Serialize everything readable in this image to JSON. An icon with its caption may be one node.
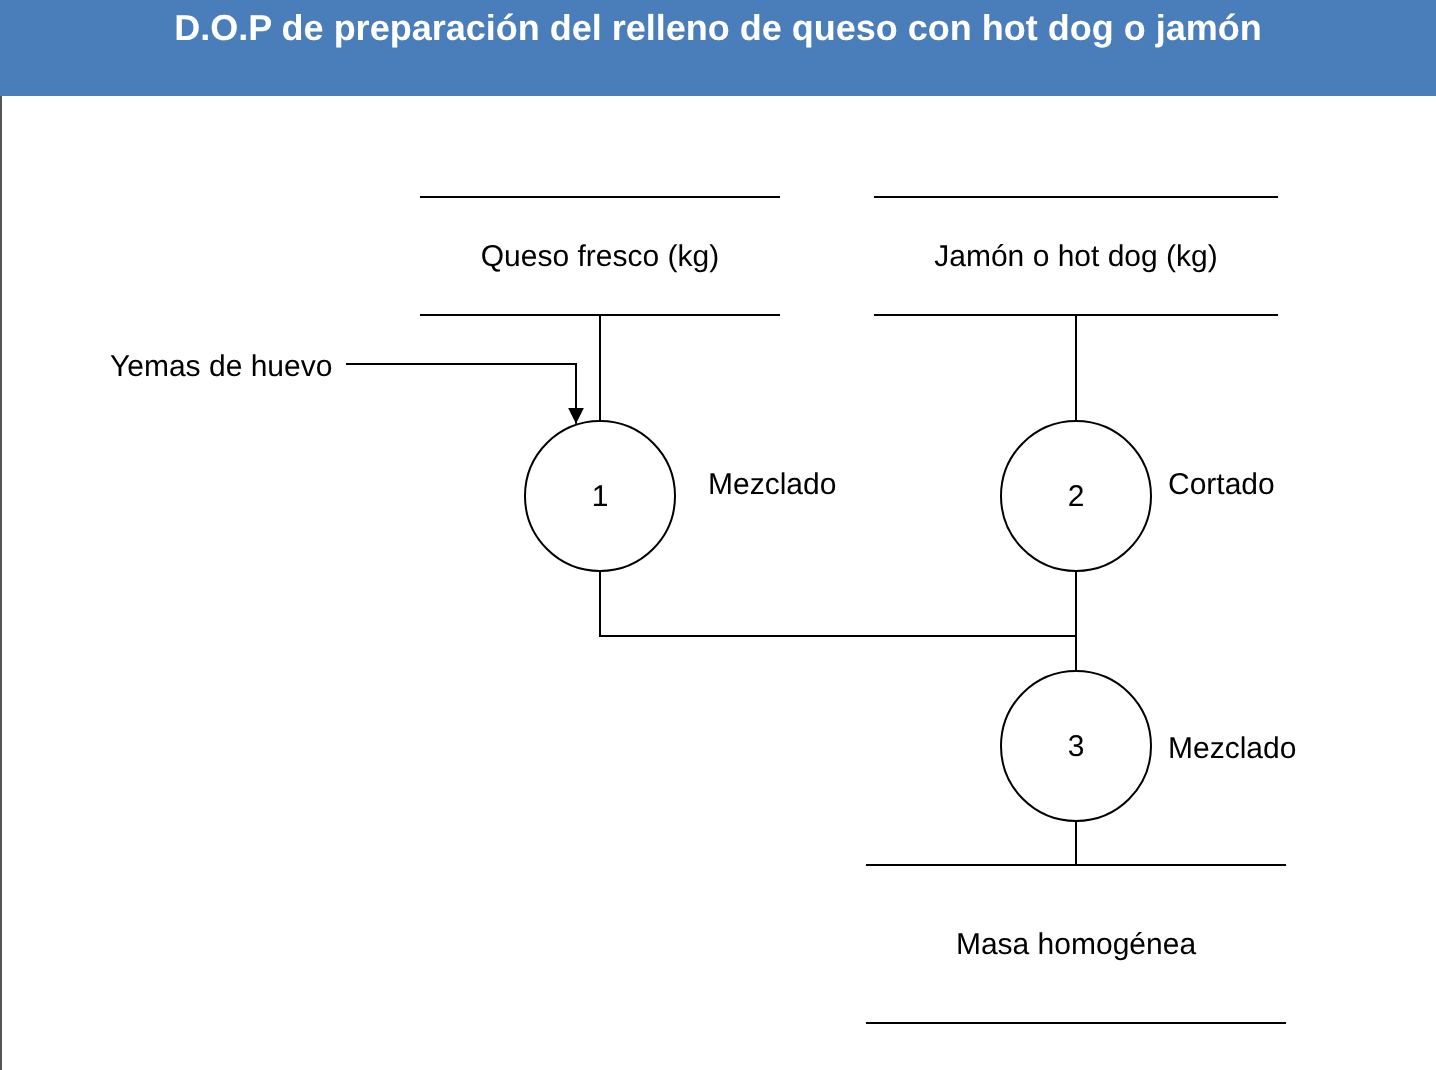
{
  "diagram": {
    "title": "D.O.P de preparación del relleno de queso con hot dog o jamón",
    "nodes": [
      {
        "text": [
          "Queso fresco (kg)"
        ]
      },
      {
        "text": [
          "Jamón o hot dog (kg)"
        ]
      },
      {
        "text": [
          "Yemas de huevo"
        ]
      },
      {
        "text": [
          "1"
        ],
        "beside": [
          "Mezclado"
        ]
      },
      {
        "text": [
          "2"
        ],
        "beside": [
          "Cortado"
        ]
      },
      {
        "text": [
          "3"
        ],
        "beside": [
          "Mezclado"
        ]
      },
      {
        "text": [
          "Masa homogénea"
        ]
      }
    ],
    "edges": [
      {
        "from": 0,
        "to": 3,
        "arrow": "none"
      },
      {
        "from": 2,
        "to": 3,
        "arrow": "to"
      },
      {
        "from": 1,
        "to": 4,
        "arrow": "none"
      },
      {
        "from": 3,
        "to": 5,
        "arrow": "none"
      },
      {
        "from": 4,
        "to": 5,
        "arrow": "none"
      },
      {
        "from": 5,
        "to": 6,
        "arrow": "none"
      }
    ]
  }
}
